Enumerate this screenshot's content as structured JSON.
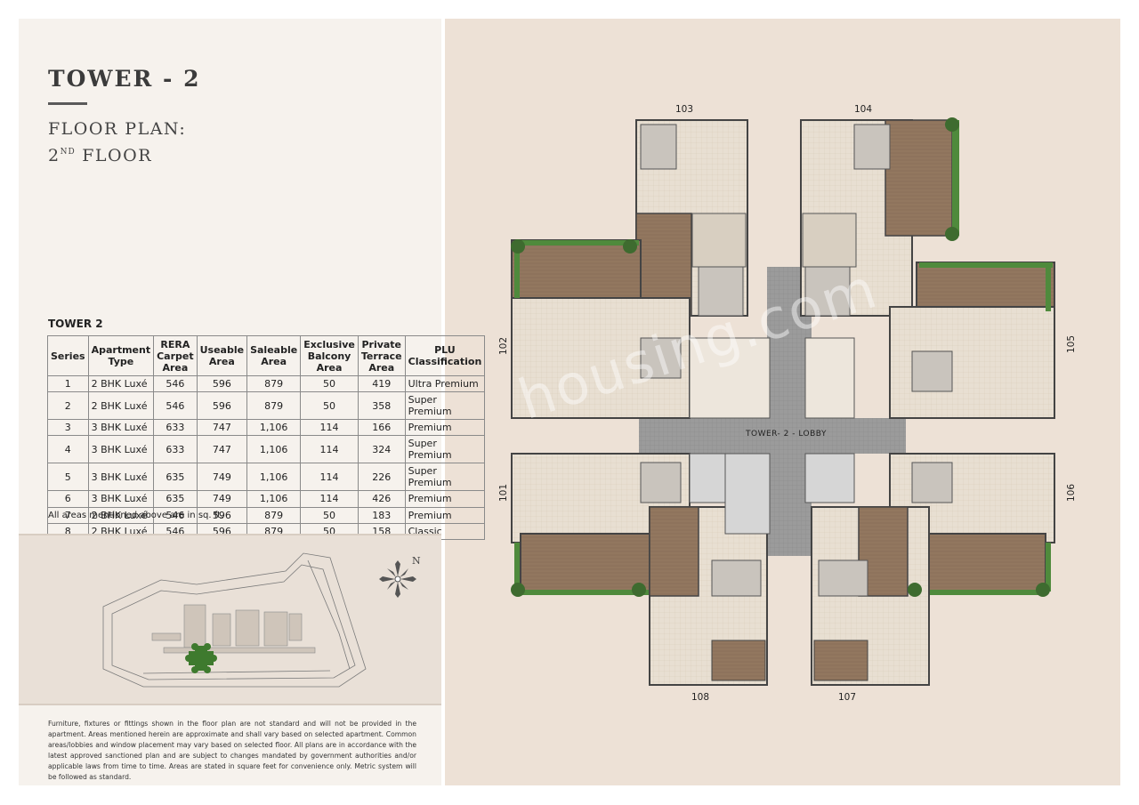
{
  "header": {
    "tower_title": "TOWER - 2",
    "plan_line1": "FLOOR PLAN:",
    "plan_floor_num": "2",
    "plan_floor_sup": "ND",
    "plan_floor_word": "FLOOR"
  },
  "table": {
    "heading": "TOWER 2",
    "columns": [
      "Series",
      "Apartment Type",
      "RERA Carpet Area",
      "Useable Area",
      "Saleable Area",
      "Exclusive Balcony Area",
      "Private Terrace Area",
      "PLU Classification"
    ],
    "rows": [
      [
        "1",
        "2 BHK Luxé",
        "546",
        "596",
        "879",
        "50",
        "419",
        "Ultra Premium"
      ],
      [
        "2",
        "2 BHK Luxé",
        "546",
        "596",
        "879",
        "50",
        "358",
        "Super Premium"
      ],
      [
        "3",
        "3 BHK Luxé",
        "633",
        "747",
        "1,106",
        "114",
        "166",
        "Premium"
      ],
      [
        "4",
        "3 BHK Luxé",
        "633",
        "747",
        "1,106",
        "114",
        "324",
        "Super Premium"
      ],
      [
        "5",
        "3 BHK Luxé",
        "635",
        "749",
        "1,106",
        "114",
        "226",
        "Super Premium"
      ],
      [
        "6",
        "3 BHK Luxé",
        "635",
        "749",
        "1,106",
        "114",
        "426",
        "Premium"
      ],
      [
        "7",
        "2 BHK Luxé",
        "546",
        "596",
        "879",
        "50",
        "183",
        "Premium"
      ],
      [
        "8",
        "2 BHK Luxé",
        "546",
        "596",
        "879",
        "50",
        "158",
        "Classic"
      ]
    ],
    "note": "All areas mentioned above are in sq. ft."
  },
  "keyplan": {
    "north_label": "N"
  },
  "disclaimer": "Furniture, fixtures or fittings shown in the floor plan are not standard and will not be provided in the apartment. Areas mentioned herein are approximate and shall vary based on selected apartment. Common areas/lobbies and window placement may vary based on selected floor. All plans are in accordance with the latest approved sanctioned plan and are subject to changes mandated by government authorities and/or applicable laws from time to time. Areas are stated in square feet for convenience only. Metric system will be followed as standard.",
  "floorplan": {
    "unit_103": "103",
    "unit_104": "104",
    "unit_102": "102",
    "unit_105": "105",
    "unit_101": "101",
    "unit_106": "106",
    "unit_108": "108",
    "unit_107": "107",
    "lobby": "TOWER- 2 - LOBBY",
    "watermark": "housing.com"
  },
  "colors": {
    "left_bg": "#f6f2ed",
    "right_bg": "#ede1d6",
    "terrace": "#8c7262",
    "corridor": "#8e8e8e",
    "greenery": "#4f8a3c"
  }
}
